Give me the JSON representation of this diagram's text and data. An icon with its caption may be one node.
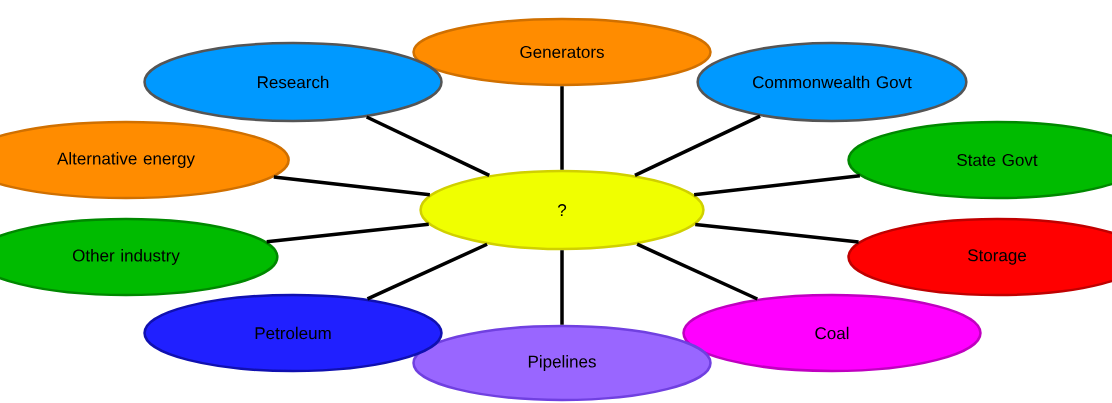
{
  "diagram": {
    "nodes": [
      {
        "text": [
          "?"
        ]
      },
      {
        "text": [
          "Generators"
        ]
      },
      {
        "text": [
          "Commonwealth Govt"
        ]
      },
      {
        "text": [
          "State Govt"
        ]
      },
      {
        "text": [
          "Storage"
        ]
      },
      {
        "text": [
          "Coal"
        ]
      },
      {
        "text": [
          "Pipelines"
        ]
      },
      {
        "text": [
          "Petroleum"
        ]
      },
      {
        "text": [
          "Other industry"
        ]
      },
      {
        "text": [
          "Alternative energy"
        ]
      },
      {
        "text": [
          "Research"
        ]
      }
    ],
    "edges": [
      {
        "from": 0,
        "to": 1,
        "arrow": "none"
      },
      {
        "from": 0,
        "to": 2,
        "arrow": "none"
      },
      {
        "from": 0,
        "to": 3,
        "arrow": "none"
      },
      {
        "from": 0,
        "to": 4,
        "arrow": "none"
      },
      {
        "from": 0,
        "to": 5,
        "arrow": "none"
      },
      {
        "from": 0,
        "to": 6,
        "arrow": "none"
      },
      {
        "from": 0,
        "to": 7,
        "arrow": "none"
      },
      {
        "from": 0,
        "to": 8,
        "arrow": "none"
      },
      {
        "from": 0,
        "to": 9,
        "arrow": "none"
      },
      {
        "from": 0,
        "to": 10,
        "arrow": "none"
      }
    ]
  }
}
